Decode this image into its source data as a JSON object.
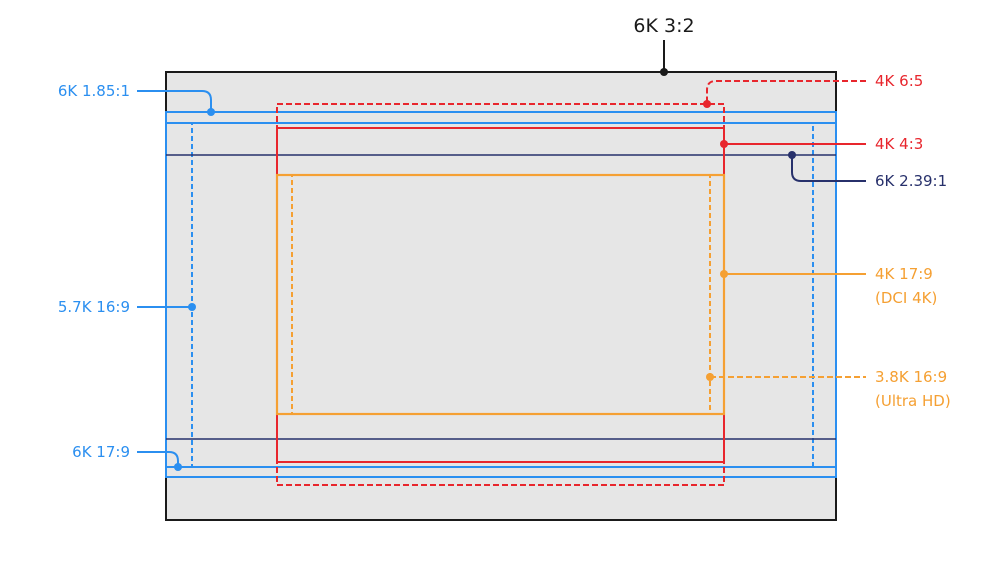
{
  "diagram": {
    "title": "6K 3:2",
    "colors": {
      "sensor_fill": "#e6e6e6",
      "sensor_border": "#1a1a1a",
      "light_blue": "#2b8ff0",
      "dark_blue": "#27306b",
      "red": "#e8262d",
      "orange": "#f5a033"
    },
    "formats": [
      {
        "id": "6k-1-85",
        "label": "6K 1.85:1",
        "color": "light_blue",
        "style": "solid"
      },
      {
        "id": "5-7k-16-9",
        "label": "5.7K 16:9",
        "color": "light_blue",
        "style": "dashed"
      },
      {
        "id": "6k-17-9",
        "label": "6K 17:9",
        "color": "light_blue",
        "style": "solid"
      },
      {
        "id": "4k-6-5",
        "label": "4K 6:5",
        "color": "red",
        "style": "dashed"
      },
      {
        "id": "4k-4-3",
        "label": "4K 4:3",
        "color": "red",
        "style": "solid"
      },
      {
        "id": "6k-2-39",
        "label": "6K 2.39:1",
        "color": "dark_blue",
        "style": "solid"
      },
      {
        "id": "4k-17-9",
        "label": "4K 17:9",
        "label2": "(DCI 4K)",
        "color": "orange",
        "style": "solid"
      },
      {
        "id": "3-8k-16-9",
        "label": "3.8K 16:9",
        "label2": "(Ultra HD)",
        "color": "orange",
        "style": "dashed"
      }
    ]
  }
}
